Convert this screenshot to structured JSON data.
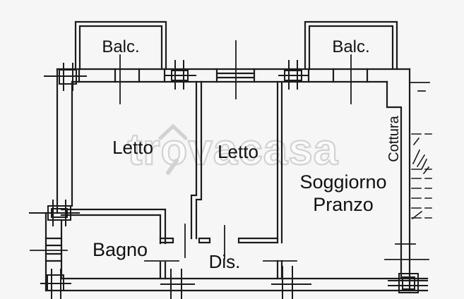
{
  "meta": {
    "type": "apartment-floor-plan",
    "watermark": "trovacasa"
  },
  "colors": {
    "background": "#f6f6f6",
    "line": "#1b1b1b",
    "text": "#111111",
    "watermark_stroke": "#d2d2d2",
    "watermark_fill": "#fbfbfb"
  },
  "plan": {
    "balconies": [
      {
        "label": "Balc."
      },
      {
        "label": "Balc."
      }
    ],
    "rooms": {
      "letto_left": {
        "label": "Letto"
      },
      "letto_middle": {
        "label": "Letto"
      },
      "soggiorno_pranzo": {
        "label_line1": "Soggiorno",
        "label_line2": "Pranzo"
      },
      "cottura": {
        "label": "Cottura"
      },
      "bagno": {
        "label": "Bagno"
      },
      "disimpegno": {
        "label": "Dis."
      }
    }
  }
}
